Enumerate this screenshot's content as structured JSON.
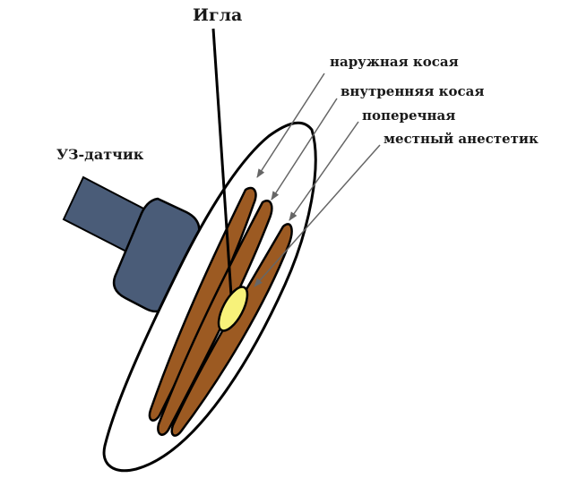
{
  "labels": {
    "needle": "Игла",
    "probe": "УЗ-датчик",
    "external_oblique": "наружная косая",
    "internal_oblique": "внутренняя косая",
    "transversus": "поперечная",
    "local_anesthetic": "местный анестетик"
  },
  "colors": {
    "muscle": "#9c5a22",
    "probe": "#4a5c78",
    "anesthetic": "#f7f27a",
    "outline": "#000000",
    "arrow": "#666666"
  }
}
